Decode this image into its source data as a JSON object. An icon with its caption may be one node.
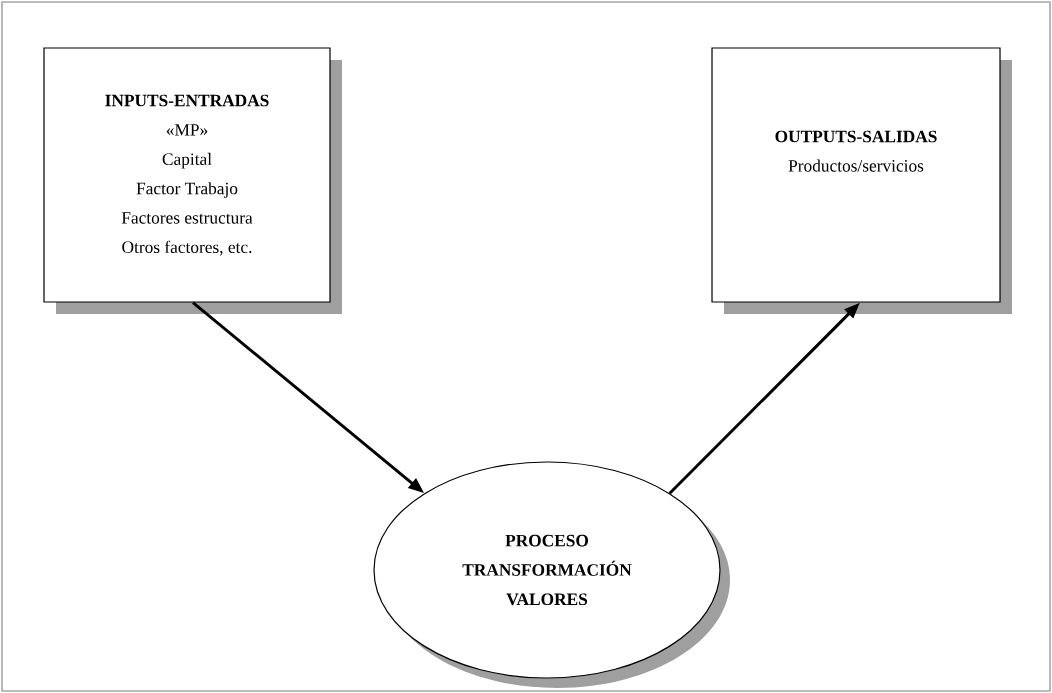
{
  "diagram": {
    "nodes": [
      {
        "text": [
          "INPUTS-ENTRADAS",
          "«MP»",
          "Capital",
          "Factor Trabajo",
          "Factores estructura",
          "Otros factores, etc."
        ]
      },
      {
        "text": [
          "OUTPUTS-SALIDAS",
          "Productos/servicios"
        ]
      },
      {
        "text": [
          "PROCESO TRANSFORMACIÓN VALORES"
        ]
      }
    ],
    "edges": [
      {
        "from": 0,
        "to": 2,
        "arrow": "to"
      },
      {
        "from": 2,
        "to": 1,
        "arrow": "to"
      }
    ]
  }
}
